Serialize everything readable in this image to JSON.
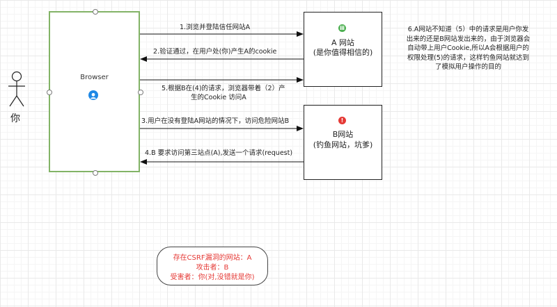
{
  "person": {
    "label": "你",
    "icon": "stick-figure-icon"
  },
  "browser": {
    "label": "Browser",
    "icon": "user-icon",
    "border_color": "#82b366",
    "icon_color": "#1e88e5"
  },
  "site_a": {
    "title": "A  网站",
    "subtitle": "(是你值得相信的)",
    "badge_symbol": "ⅲ",
    "badge_color": "#4caf50"
  },
  "site_b": {
    "title": "B网站",
    "subtitle": "(钓鱼网站，坑爹)",
    "badge_symbol": "!",
    "badge_color": "#e53935"
  },
  "arrows": {
    "step1": "1.浏览并登陆信任网站A",
    "step2": "2.验证通过，在用户处(你)产生A的cookie",
    "step5_line1": "5.根据B在(4)的请求，浏览器带着（2）产",
    "step5_line2": "生的Cookie 访问A",
    "step3": "3.用户在没有登陆A网站的情况下，访问危险网站B",
    "step4": "4.B 要求访问第三站点(A),发送一个请求(request)"
  },
  "note": {
    "line1": "6.A网站不知道（5）中的请求是用户你发",
    "line2": "出来的还是B网站发出来的，由于浏览器会",
    "line3": "自动带上用户Cookie,所以A会根据用户的",
    "line4": "权限处理(5)的请求，这样钓鱼网站就达到",
    "line5": "了模拟用户操作的目的"
  },
  "summary": {
    "line1": "存在CSRF漏洞的网站：A",
    "line2": "攻击者：B",
    "line3": "受害者：你(对,没错就是你)",
    "text_color": "#e53935"
  }
}
